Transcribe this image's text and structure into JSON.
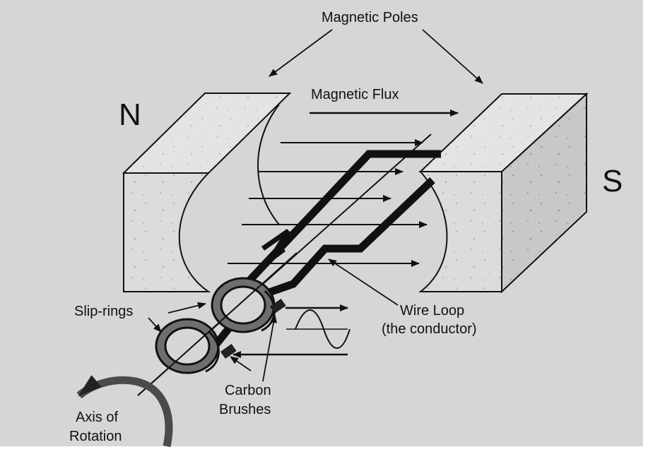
{
  "labels": {
    "magnetic_poles": "Magnetic Poles",
    "magnetic_flux": "Magnetic Flux",
    "north": "N",
    "south": "S",
    "slip_rings": "Slip-rings",
    "wire_loop_line1": "Wire Loop",
    "wire_loop_line2": "(the conductor)",
    "carbon_line1": "Carbon",
    "carbon_line2": "Brushes",
    "axis_line1": "Axis of",
    "axis_line2": "Rotation"
  },
  "colors": {
    "background": "#d6d6d6",
    "pole_front": "#dcdcdc",
    "pole_top": "#e4e4e4",
    "pole_side": "#c8c8c8",
    "ink": "#111111",
    "rotation_arrow": "#4a4a4a",
    "ring": "#7a7a7a"
  }
}
